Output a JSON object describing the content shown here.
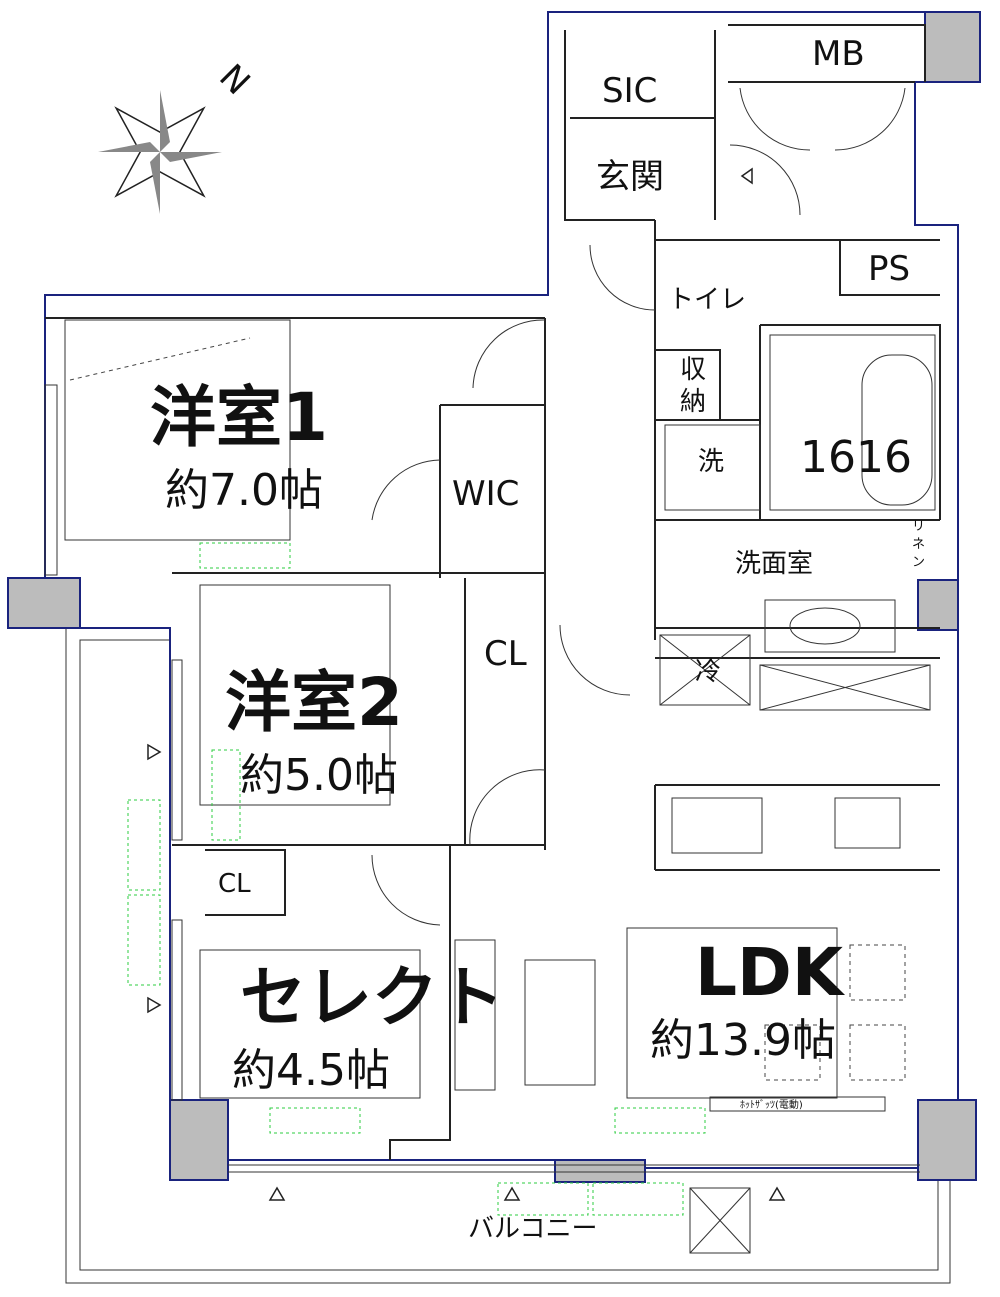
{
  "compass": {
    "north_label": "N"
  },
  "rooms": {
    "youshitsu1": {
      "name": "洋室1",
      "size": "約7.0帖"
    },
    "youshitsu2": {
      "name": "洋室2",
      "size": "約5.0帖"
    },
    "select": {
      "name": "セレクト",
      "size": "約4.5帖"
    },
    "ldk": {
      "name": "LDK",
      "size": "約13.9帖"
    }
  },
  "labels": {
    "mb": "MB",
    "sic": "SIC",
    "genkan": "玄関",
    "ps": "PS",
    "toilet": "トイレ",
    "storage_top": "収",
    "storage_bottom": "納",
    "wic": "WIC",
    "wash": "洗",
    "bath": "1616",
    "linen_top": "リ",
    "linen_mid": "ネ",
    "linen_bottom": "ン",
    "washroom": "洗面室",
    "cl1": "CL",
    "cl2": "CL",
    "fridge": "冷",
    "hood": "ﾎｯﾄｻﾞｯﾂ(電動)",
    "balcony": "バルコニー"
  }
}
